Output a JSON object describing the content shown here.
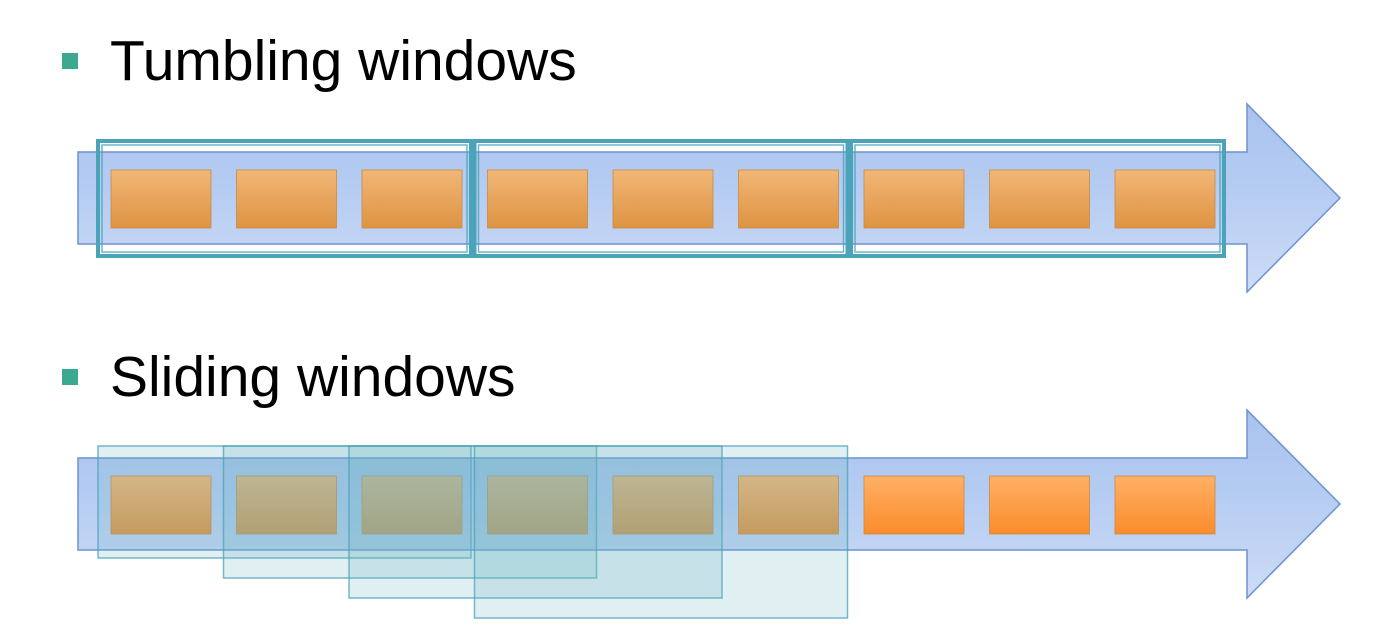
{
  "colors": {
    "bullet": "#3aa98f",
    "arrow_fill": "#b7cdf2",
    "arrow_stroke": "#6d93cf",
    "window_stroke": "#4aa3b8",
    "sliding_window_fill": "#6fb6c2",
    "event_fill_top": "#f1b777",
    "event_fill_bottom": "#de9342",
    "event_fill_bright_top": "#ffb066",
    "event_fill_bright_bottom": "#fb8c2b"
  },
  "sections": {
    "tumbling": {
      "heading": "Tumbling windows",
      "bullet_icon": "square-bullet-icon",
      "event_count": 9,
      "windows": [
        {
          "first_event": 1,
          "last_event": 3
        },
        {
          "first_event": 4,
          "last_event": 6
        },
        {
          "first_event": 7,
          "last_event": 9
        }
      ]
    },
    "sliding": {
      "heading": "Sliding windows",
      "bullet_icon": "square-bullet-icon",
      "event_count": 9,
      "windows": [
        {
          "first_event": 1,
          "last_event": 3
        },
        {
          "first_event": 2,
          "last_event": 4
        },
        {
          "first_event": 3,
          "last_event": 5
        },
        {
          "first_event": 4,
          "last_event": 6
        }
      ]
    }
  }
}
